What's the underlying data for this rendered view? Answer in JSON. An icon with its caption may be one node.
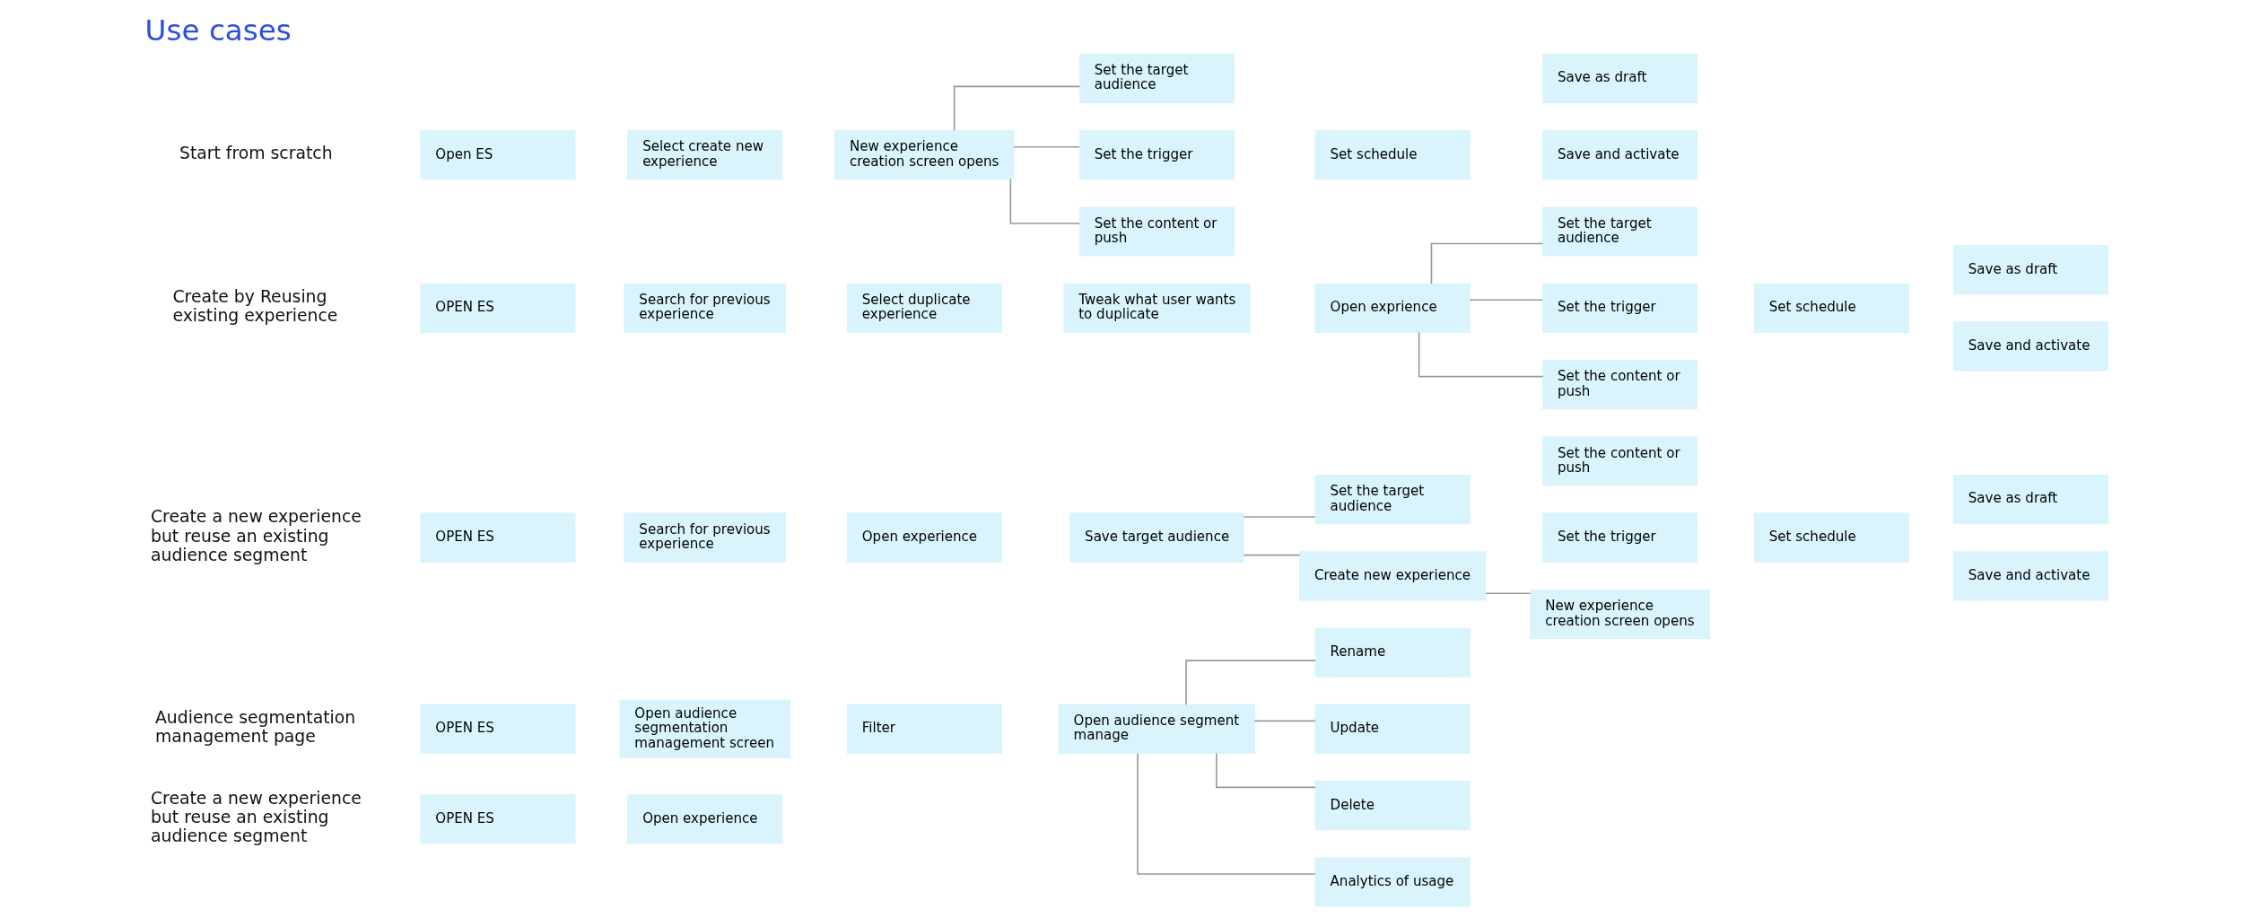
{
  "diagram": {
    "title": "Use cases",
    "nodes": [
      {
        "text": [
          "Open ES"
        ]
      },
      {
        "text": [
          "Select create new experience"
        ]
      },
      {
        "text": [
          "New experience creation screen opens"
        ]
      },
      {
        "text": [
          "Set the target audience"
        ]
      },
      {
        "text": [
          "Set the trigger"
        ]
      },
      {
        "text": [
          "Set the content or push"
        ]
      },
      {
        "text": [
          "Set schedule"
        ]
      },
      {
        "text": [
          "Save as draft"
        ]
      },
      {
        "text": [
          "Save and activate"
        ]
      },
      {
        "text": [
          "OPEN ES"
        ]
      },
      {
        "text": [
          "Search for previous experience"
        ]
      },
      {
        "text": [
          "Select duplicate experience"
        ]
      },
      {
        "text": [
          "Tweak what user wants to duplicate"
        ]
      },
      {
        "text": [
          "Open exprience"
        ]
      },
      {
        "text": [
          "Set the target audience"
        ]
      },
      {
        "text": [
          "Set the trigger"
        ]
      },
      {
        "text": [
          "Set the content or push"
        ]
      },
      {
        "text": [
          "Set schedule"
        ]
      },
      {
        "text": [
          "Save as draft"
        ]
      },
      {
        "text": [
          "Save and activate"
        ]
      },
      {
        "text": [
          "OPEN ES"
        ]
      },
      {
        "text": [
          "Open experience"
        ]
      },
      {
        "text": [
          "OPEN ES"
        ]
      },
      {
        "text": [
          "Search for previous experience"
        ]
      },
      {
        "text": [
          "Open experience"
        ]
      },
      {
        "text": [
          "Save target audience"
        ]
      },
      {
        "text": [
          "Create new experience"
        ]
      },
      {
        "text": [
          "New experience creation screen opens"
        ]
      },
      {
        "text": [
          "Set the target audience"
        ]
      },
      {
        "text": [
          "Set the trigger"
        ]
      },
      {
        "text": [
          "Set the content or push"
        ]
      },
      {
        "text": [
          "Set schedule"
        ]
      },
      {
        "text": [
          "Save as draft"
        ]
      },
      {
        "text": [
          "Save and activate"
        ]
      },
      {
        "text": [
          "OPEN ES"
        ]
      },
      {
        "text": [
          "Open audience segmentation management screen"
        ]
      },
      {
        "text": [
          "Filter"
        ]
      },
      {
        "text": [
          "Open audience segment manage"
        ]
      },
      {
        "text": [
          "Rename"
        ]
      },
      {
        "text": [
          "Update"
        ]
      },
      {
        "text": [
          "Delete"
        ]
      },
      {
        "text": [
          "Analytics of usage"
        ]
      }
    ],
    "edges": [
      {
        "from": 2,
        "to": 3,
        "arrow": "none"
      },
      {
        "from": 2,
        "to": 4,
        "arrow": "none"
      },
      {
        "from": 2,
        "to": 5,
        "arrow": "none"
      },
      {
        "from": 13,
        "to": 14,
        "arrow": "none"
      },
      {
        "from": 13,
        "to": 15,
        "arrow": "none"
      },
      {
        "from": 13,
        "to": 16,
        "arrow": "none"
      },
      {
        "from": 25,
        "to": 28,
        "arrow": "none"
      },
      {
        "from": 25,
        "to": 26,
        "arrow": "none"
      },
      {
        "from": 26,
        "to": 27,
        "arrow": "none"
      },
      {
        "from": 37,
        "to": 38,
        "arrow": "none"
      },
      {
        "from": 37,
        "to": 39,
        "arrow": "none"
      },
      {
        "from": 37,
        "to": 40,
        "arrow": "none"
      },
      {
        "from": 37,
        "to": 41,
        "arrow": "none"
      }
    ],
    "labels": [
      "Start from scratch",
      "Create by Reusing existing experience",
      "Create a new experience but reuse an existing audience segment",
      "Create a new experience but reuse an existing audience segment",
      "Audience segmentation management page"
    ]
  }
}
